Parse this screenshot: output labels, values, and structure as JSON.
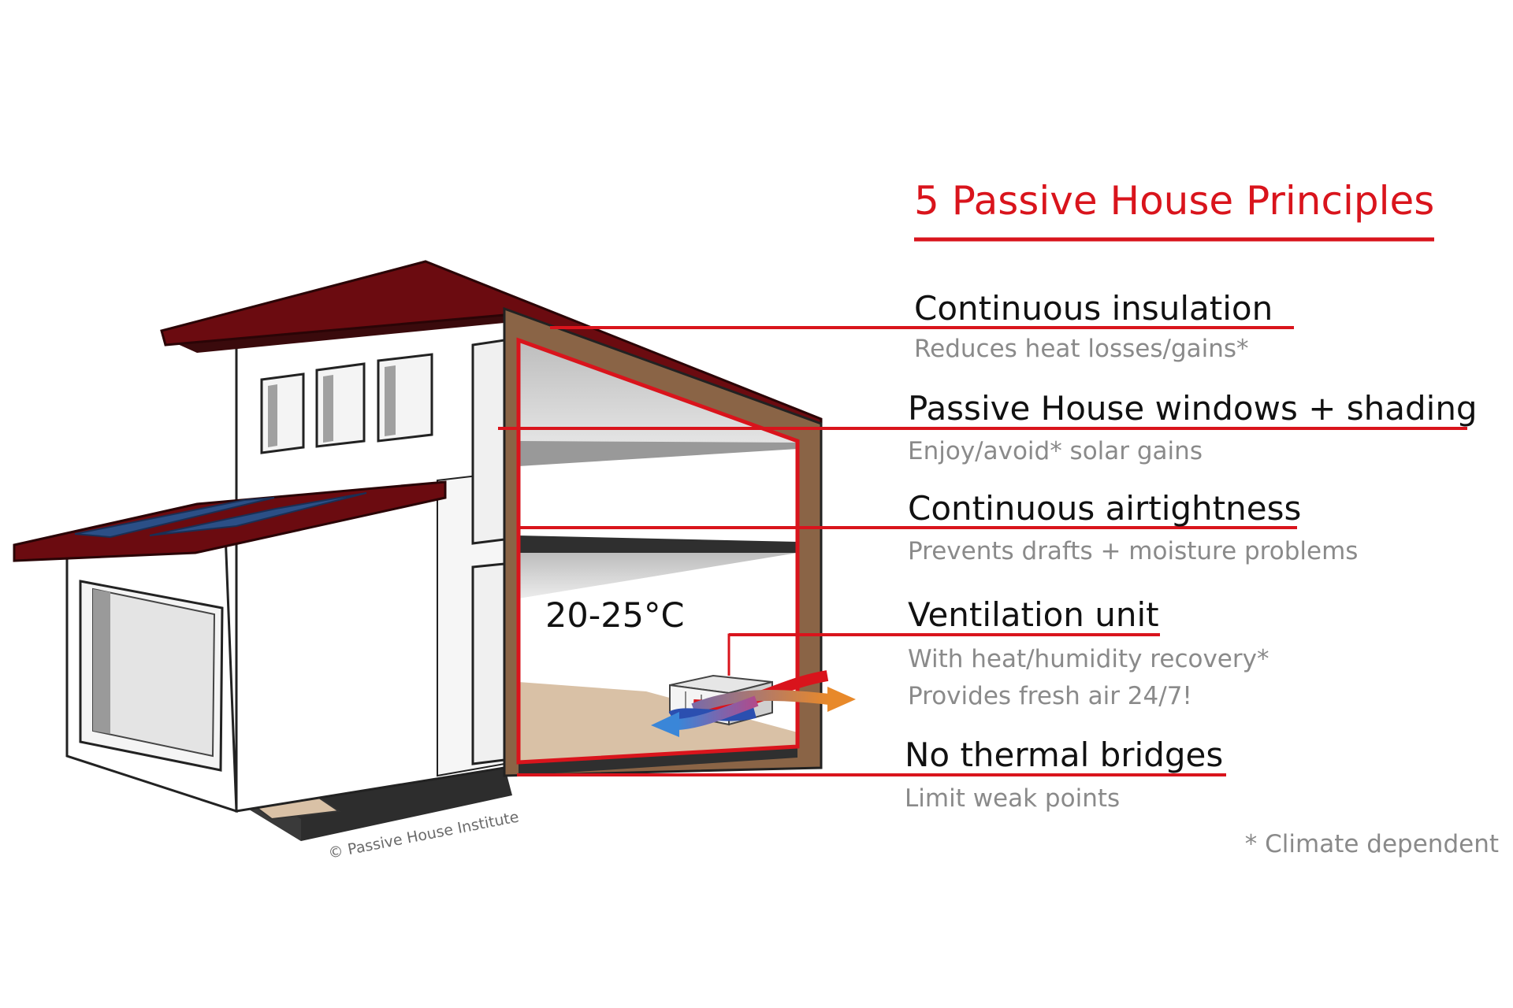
{
  "title": "5 Passive House Principles",
  "principles": [
    {
      "heading": "Continuous insulation",
      "lines": [
        "Reduces heat losses/gains*"
      ]
    },
    {
      "heading": "Passive House windows + shading",
      "lines": [
        "Enjoy/avoid* solar gains"
      ]
    },
    {
      "heading": "Continuous airtightness",
      "lines": [
        "Prevents drafts + moisture problems"
      ]
    },
    {
      "heading": "Ventilation unit",
      "lines": [
        "With heat/humidity recovery*",
        "Provides fresh air 24/7!"
      ]
    },
    {
      "heading": "No thermal bridges",
      "lines": [
        "Limit weak points"
      ]
    }
  ],
  "footnote": "* Climate dependent",
  "temperature_label": "20-25°C",
  "credit": "© Passive House Institute",
  "colors": {
    "accent_red": "#d9141c",
    "roof": "#6b0b10",
    "wall_section": "#8a6446",
    "solar_panel": "#2b4f86",
    "floor": "#d9c1a6",
    "heading_text": "#111111",
    "sub_text": "#8a8a8a"
  }
}
